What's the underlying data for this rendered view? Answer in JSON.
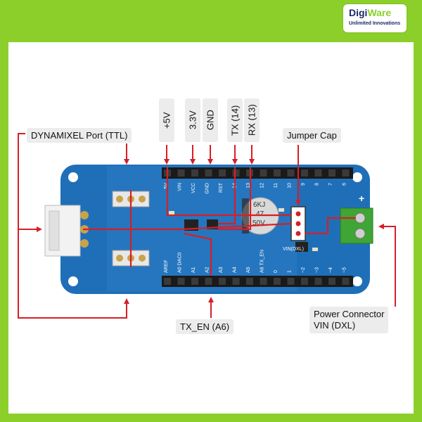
{
  "brand": {
    "name_part1": "Digi",
    "name_part2": "Ware",
    "tagline": "Unlimited Innovations",
    "colors": {
      "background": "#8ccf2a",
      "navy": "#1b2a6b"
    }
  },
  "diagram": {
    "labels": {
      "dynamixel_port": "DYNAMIXEL Port (TTL)",
      "plus_5v": "+5V",
      "v3_3": "3.3V",
      "gnd": "GND",
      "tx": "TX (14)",
      "rx": "RX (13)",
      "jumper_cap": "Jumper Cap",
      "tx_en": "TX_EN (A6)",
      "power_connector_line1": "Power Connector",
      "power_connector_line2": "VIN (DXL)"
    },
    "board_silkscreen": {
      "vin_dxl": "VIN(DXL)",
      "cap_line1": "6KJ",
      "cap_line2": "47",
      "cap_line3": "50V",
      "plus": "+",
      "pin_top": [
        "5V",
        "VIN",
        "VCC",
        "GND",
        "RST",
        "14",
        "13",
        "12",
        "11",
        "10",
        "9",
        "8",
        "7",
        "6"
      ],
      "pin_bottom": [
        "AREF",
        "A0 DAC0",
        "A1",
        "A2",
        "A3",
        "A4",
        "A5",
        "A6 TX_EN",
        "0",
        "1",
        "~2",
        "~3",
        "~4",
        "~5"
      ]
    },
    "colors": {
      "board": "#1f6fb8",
      "arrow": "#d61f26",
      "terminal": "#3fa535",
      "header": "#1a1a1a"
    }
  }
}
